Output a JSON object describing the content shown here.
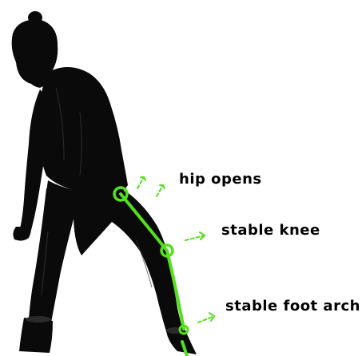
{
  "annotations": {
    "hip": {
      "label": "hip opens"
    },
    "knee": {
      "label": "stable knee"
    },
    "foot": {
      "label": "stable foot arch"
    }
  },
  "colors": {
    "figure": "#0a0a0a",
    "accent": "#54e01c",
    "background": "#ffffff",
    "text": "#000000"
  },
  "icons": {
    "arrow": "dashed-arrow-icon",
    "joint": "joint-ring-icon"
  }
}
